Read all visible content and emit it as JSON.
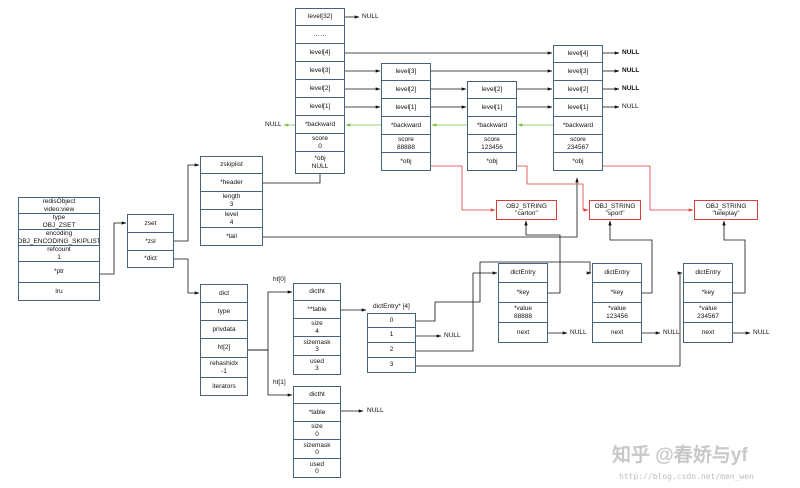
{
  "colors": {
    "box": "#45627f",
    "link": "#111111",
    "obj": "#d9403a",
    "backward": "#76c23d"
  },
  "null_text": "NULL",
  "dots_text": "……",
  "redisObject": [
    "redisObject\nvideo:view",
    "type\nOBJ_ZSET",
    "encoding\nOBJ_ENCODING_SKIPLIST",
    "refcount\n1",
    "*ptr",
    "lru"
  ],
  "zset": [
    "zset",
    "*zsl",
    "*dict"
  ],
  "zskiplist": [
    "zskiplist",
    "*header",
    "length\n3",
    "level\n4",
    "*tail"
  ],
  "header_node": [
    "level[32]",
    "……",
    "level[4]",
    "level[3]",
    "level[2]",
    "level[1]",
    "*backward",
    "score\n0",
    "*obj\nNULL"
  ],
  "node_88888": [
    "level[3]",
    "level[2]",
    "level[1]",
    "*backward",
    "score\n88888",
    "*obj"
  ],
  "node_123456": [
    "level[2]",
    "level[1]",
    "*backward",
    "score\n123456",
    "*obj"
  ],
  "node_234567": [
    "level[4]",
    "level[3]",
    "level[2]",
    "level[1]",
    "*backward",
    "score\n234567",
    "*obj"
  ],
  "objects": [
    "OBJ_STRING\n\"carton\"",
    "OBJ_STRING\n\"sport\"",
    "OBJ_STRING\n\"teleplay\""
  ],
  "dict": [
    "dict",
    "type",
    "privdata",
    "ht[2]",
    "rehashidx\n-1",
    "iterators"
  ],
  "ht0_label": "ht[0]",
  "ht1_label": "ht[1]",
  "dictht0": [
    "dictht",
    "**table",
    "size\n4",
    "sizemask\n3",
    "used\n3"
  ],
  "dictht1": [
    "dictht",
    "*table",
    "size\n0",
    "sizemask\n0",
    "used\n0"
  ],
  "table_label": "dictEntry* [4]",
  "table": [
    "0",
    "1",
    "2",
    "3"
  ],
  "entry_88888": [
    "dictEntry",
    "*key",
    "*value\n88888",
    "next"
  ],
  "entry_123456": [
    "dictEntry",
    "*key",
    "*value\n123456",
    "next"
  ],
  "entry_234567": [
    "dictEntry",
    "*key",
    "*value\n234567",
    "next"
  ],
  "watermark": {
    "main": "知乎 @春娇与yf",
    "url": "http://blog.csdn.net/men_wen"
  }
}
